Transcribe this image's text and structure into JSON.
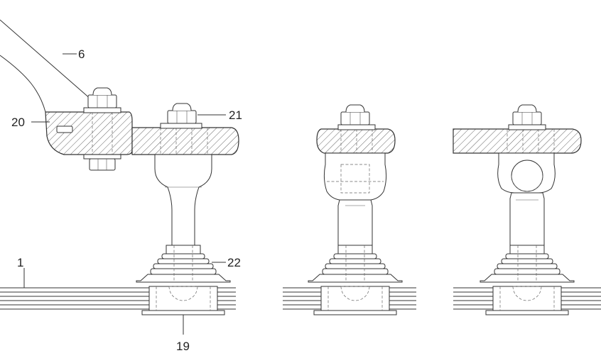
{
  "diagram": {
    "callouts": {
      "c1": "1",
      "c6": "6",
      "c19": "19",
      "c20": "20",
      "c21": "21",
      "c22": "22"
    }
  }
}
